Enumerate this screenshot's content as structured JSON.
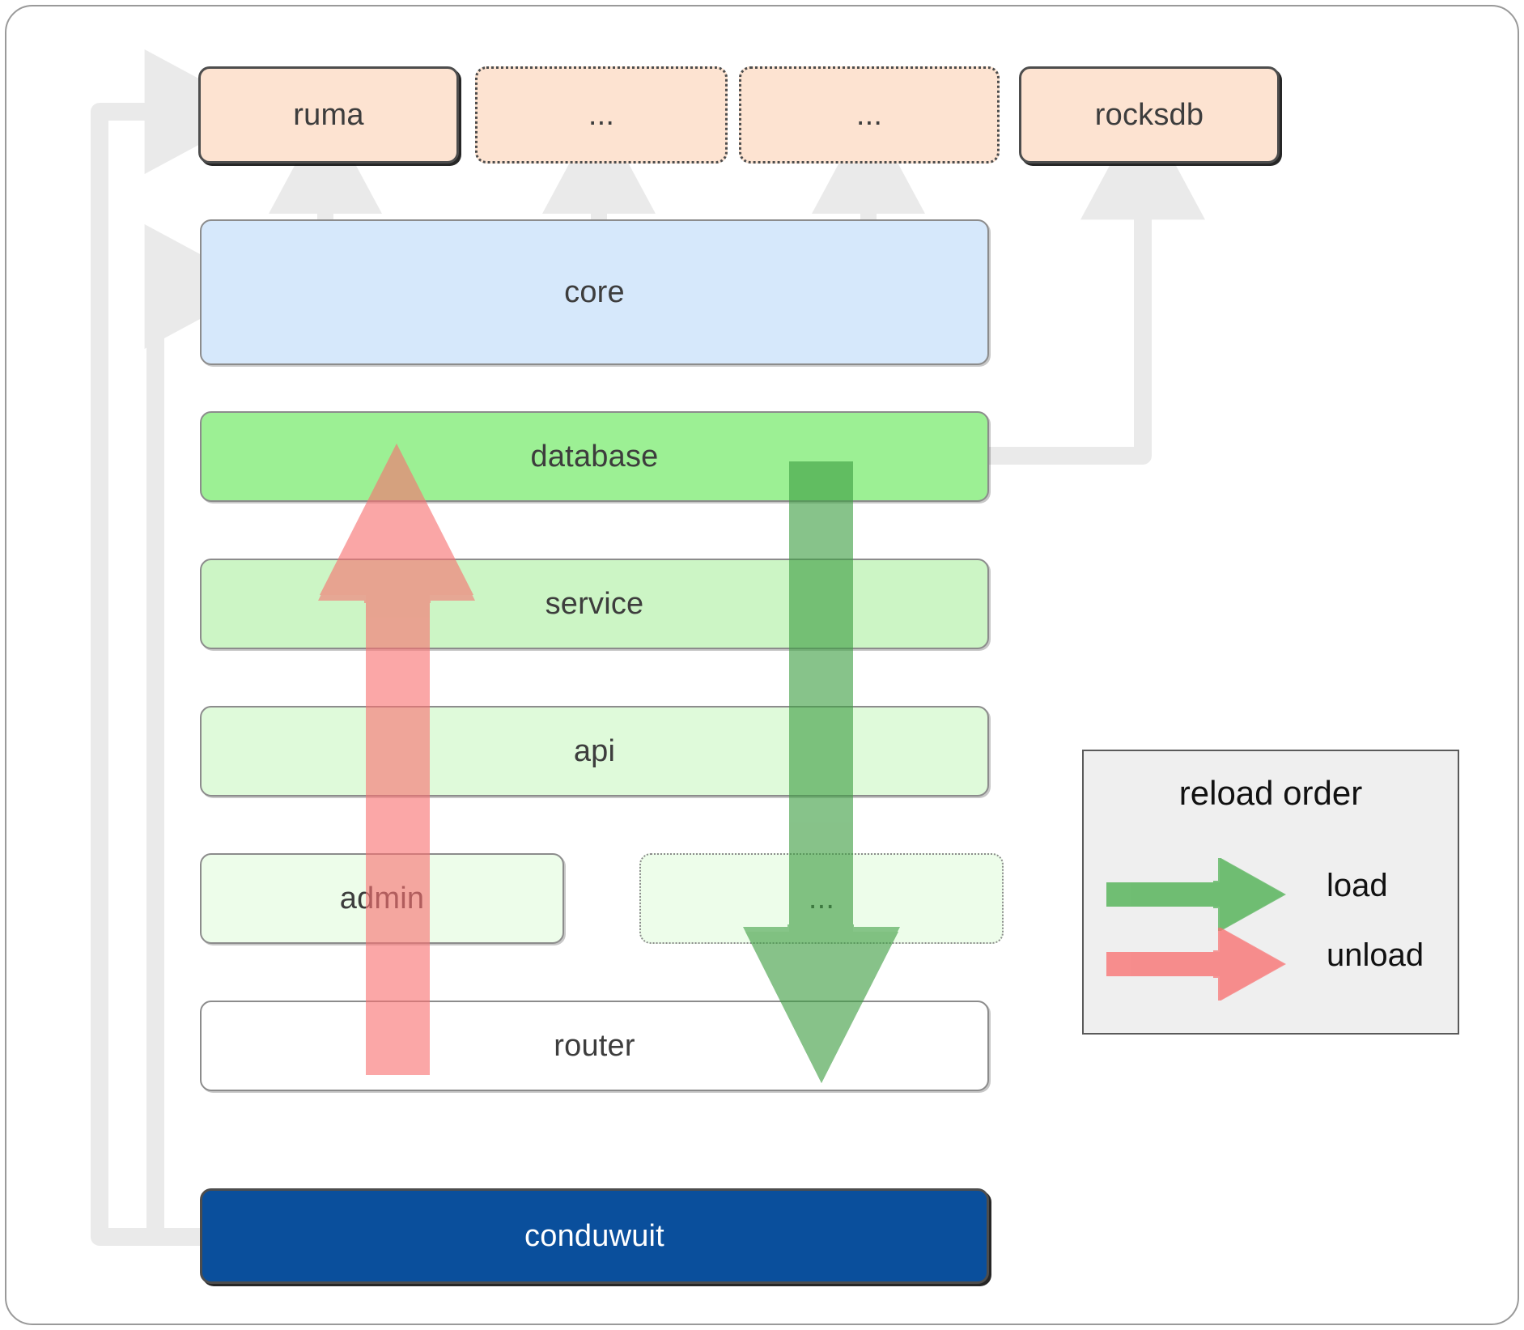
{
  "diagram": {
    "title": "conduwuit crate / layer architecture",
    "colors": {
      "external_fill": "#fde3d1",
      "core_fill": "#d6e8fb",
      "database_fill": "#9cf094",
      "service_fill": "#ccf5c5",
      "api_fill": "#dffada",
      "admin_fill": "#edfdea",
      "router_fill": "#ffffff",
      "root_fill": "#0a4f9c",
      "wire": "#eaeaea",
      "load_arrow": "#4caf50",
      "unload_arrow": "#f87171",
      "legend_bg": "#efefef",
      "border_dark": "#4d4d4d",
      "border_grey": "#8c8c8c"
    },
    "external_nodes": [
      {
        "id": "ruma",
        "label": "ruma",
        "style": "solid"
      },
      {
        "id": "ext1",
        "label": "...",
        "style": "dotted"
      },
      {
        "id": "ext2",
        "label": "...",
        "style": "dotted"
      },
      {
        "id": "rocksdb",
        "label": "rocksdb",
        "style": "solid"
      }
    ],
    "layers": [
      {
        "id": "core",
        "label": "core",
        "style": "grey"
      },
      {
        "id": "database",
        "label": "database",
        "style": "grey"
      },
      {
        "id": "service",
        "label": "service",
        "style": "grey"
      },
      {
        "id": "api",
        "label": "api",
        "style": "grey"
      },
      {
        "id": "admin",
        "label": "admin",
        "style": "grey"
      },
      {
        "id": "more",
        "label": "...",
        "style": "greydot"
      },
      {
        "id": "router",
        "label": "router",
        "style": "grey"
      }
    ],
    "root_node": {
      "id": "conduwuit",
      "label": "conduwuit"
    },
    "legend": {
      "title": "reload order",
      "items": [
        {
          "id": "load",
          "label": "load",
          "color": "#4caf50"
        },
        {
          "id": "unload",
          "label": "unload",
          "color": "#f87171"
        }
      ]
    }
  }
}
